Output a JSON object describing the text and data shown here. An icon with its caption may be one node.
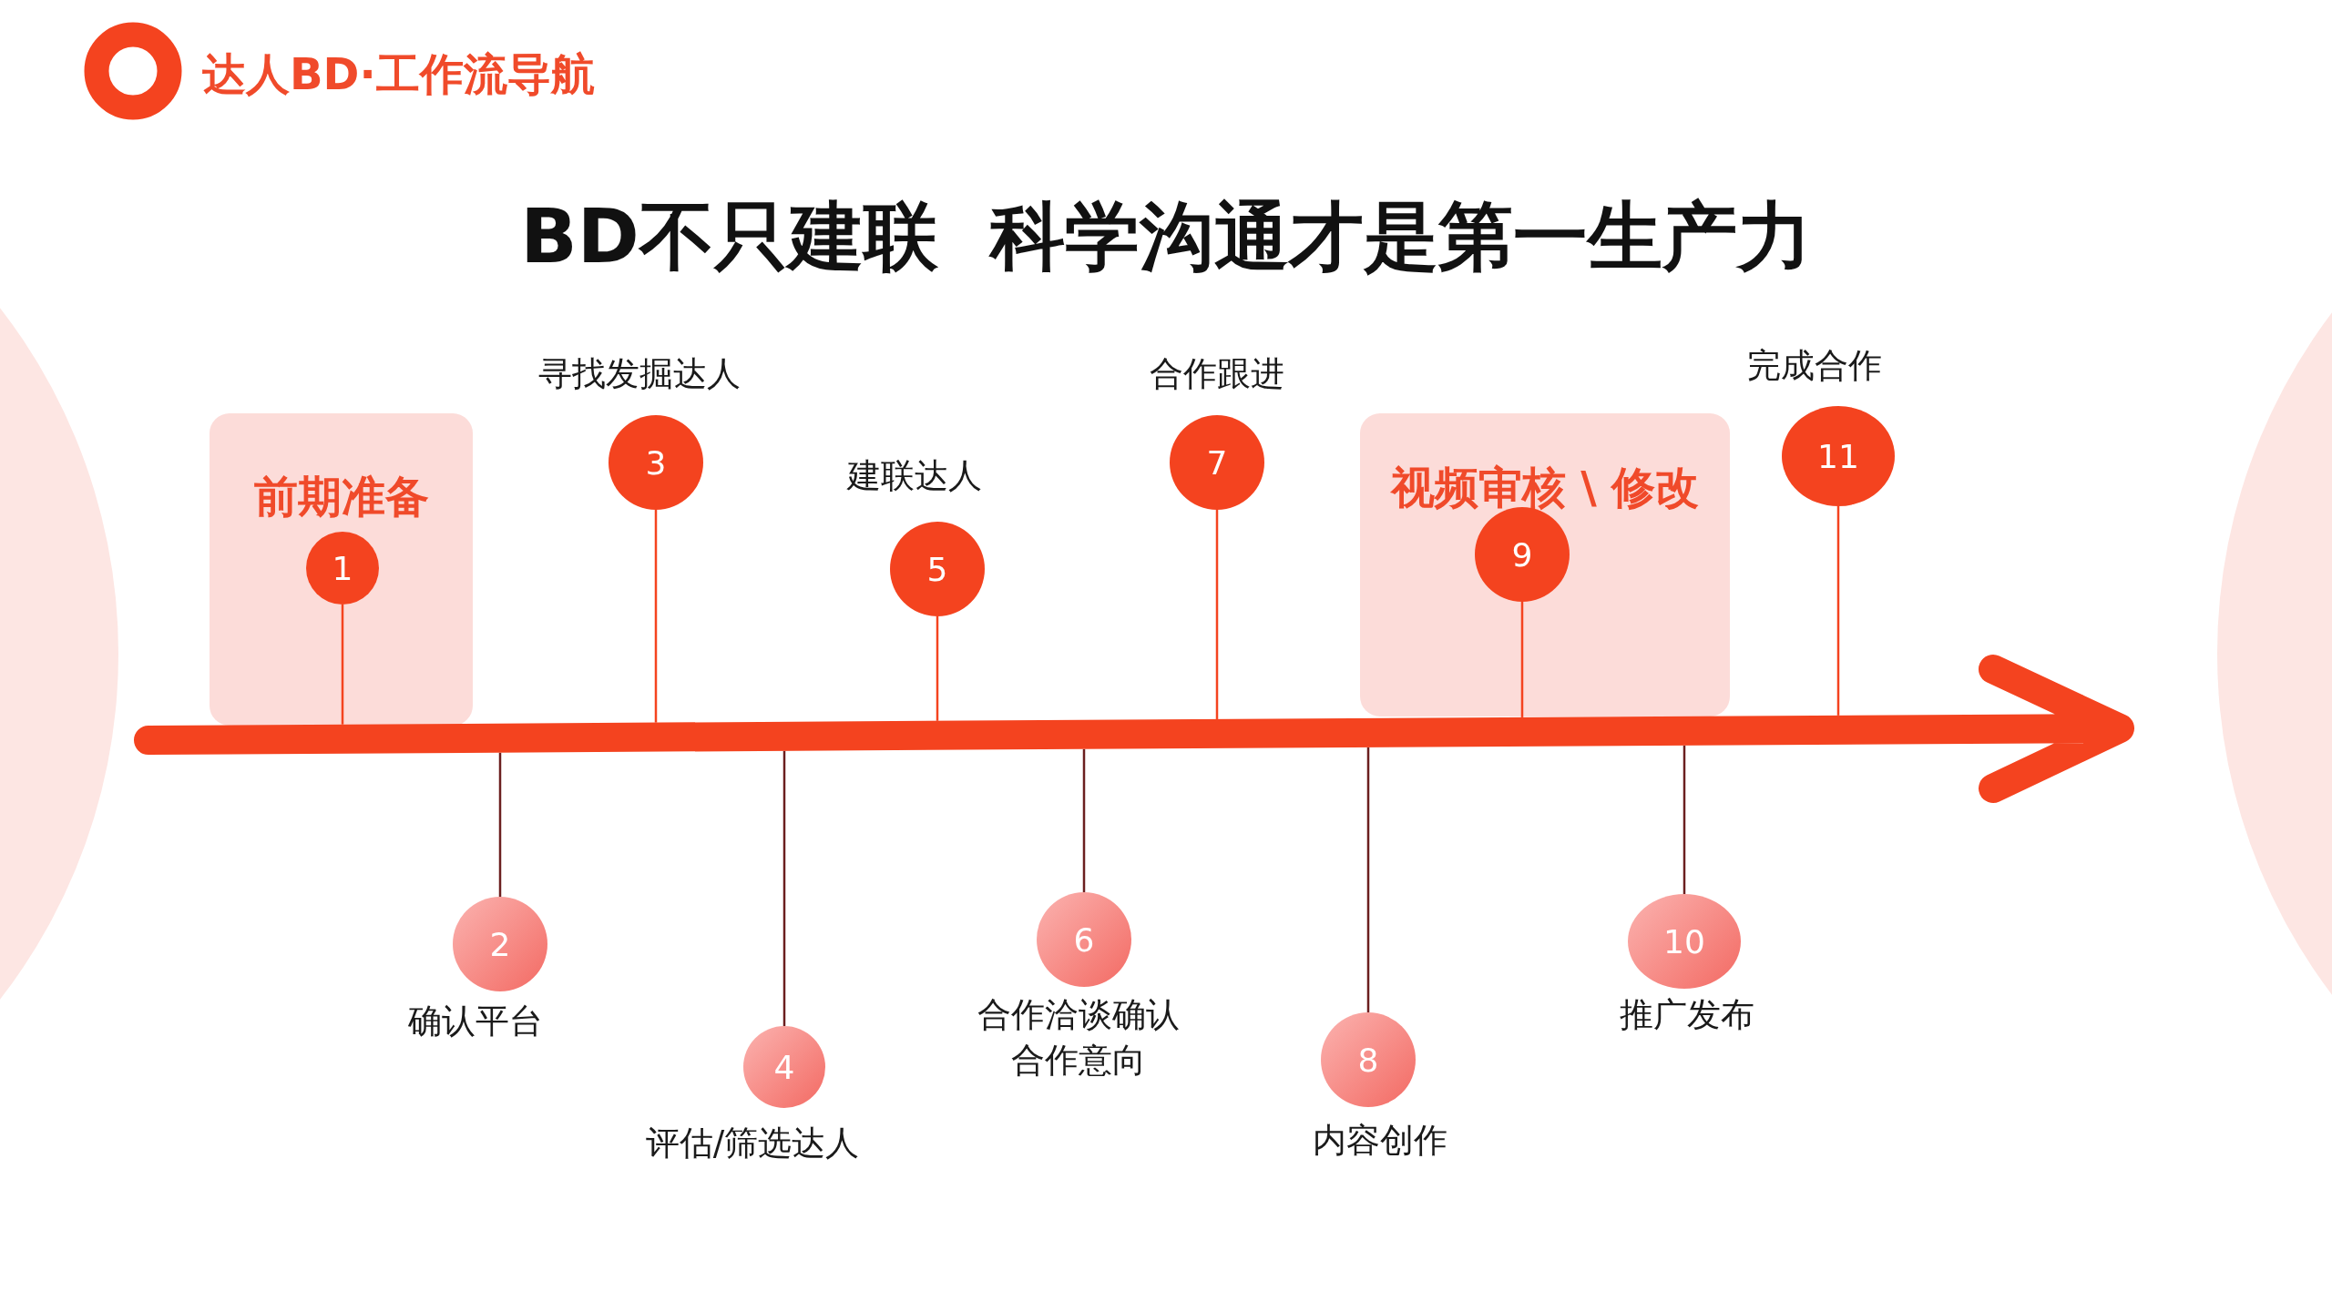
{
  "diagram": {
    "title": "BD不只建联  科学沟通才是第一生产力",
    "nodes": [
      {
        "text": [
          "前期准备"
        ]
      },
      {
        "text": [
          "1"
        ],
        "in": 0
      },
      {
        "text": [
          "2"
        ],
        "beside": [
          "确认平台"
        ]
      },
      {
        "text": [
          "3"
        ],
        "beside": [
          "寻找发掘达人"
        ]
      },
      {
        "text": [
          "4"
        ],
        "beside": [
          "评估/筛选达人"
        ]
      },
      {
        "text": [
          "5"
        ],
        "beside": [
          "建联达人"
        ]
      },
      {
        "text": [
          "6"
        ],
        "beside": [
          "合作洽谈确认合作意向"
        ]
      },
      {
        "text": [
          "7"
        ],
        "beside": [
          "合作跟进"
        ]
      },
      {
        "text": [
          "8"
        ],
        "beside": [
          "内容创作"
        ]
      },
      {
        "text": [
          "视频审核 \\ 修改"
        ]
      },
      {
        "text": [
          "9"
        ],
        "in": 9
      },
      {
        "text": [
          "10"
        ],
        "beside": [
          "推广发布"
        ]
      },
      {
        "text": [
          "11"
        ],
        "beside": [
          "完成合作"
        ]
      },
      {
        "text": [],
        "shape": "arrow"
      }
    ],
    "edges": [
      {
        "from": 1,
        "to": 13,
        "arrow": "none"
      },
      {
        "from": 2,
        "to": 13,
        "arrow": "none",
        "color": "#6b1f1f"
      },
      {
        "from": 3,
        "to": 13,
        "arrow": "none"
      },
      {
        "from": 4,
        "to": 13,
        "arrow": "none",
        "color": "#6b1f1f"
      },
      {
        "from": 5,
        "to": 13,
        "arrow": "none"
      },
      {
        "from": 6,
        "to": 13,
        "arrow": "none",
        "color": "#6b1f1f"
      },
      {
        "from": 7,
        "to": 13,
        "arrow": "none"
      },
      {
        "from": 8,
        "to": 13,
        "arrow": "none",
        "color": "#6b1f1f"
      },
      {
        "from": 10,
        "to": 13,
        "arrow": "none"
      },
      {
        "from": 11,
        "to": 13,
        "arrow": "none",
        "color": "#6b1f1f"
      },
      {
        "from": 12,
        "to": 13,
        "arrow": "none"
      }
    ],
    "labels": [
      "达人BD·工作流导航"
    ]
  }
}
